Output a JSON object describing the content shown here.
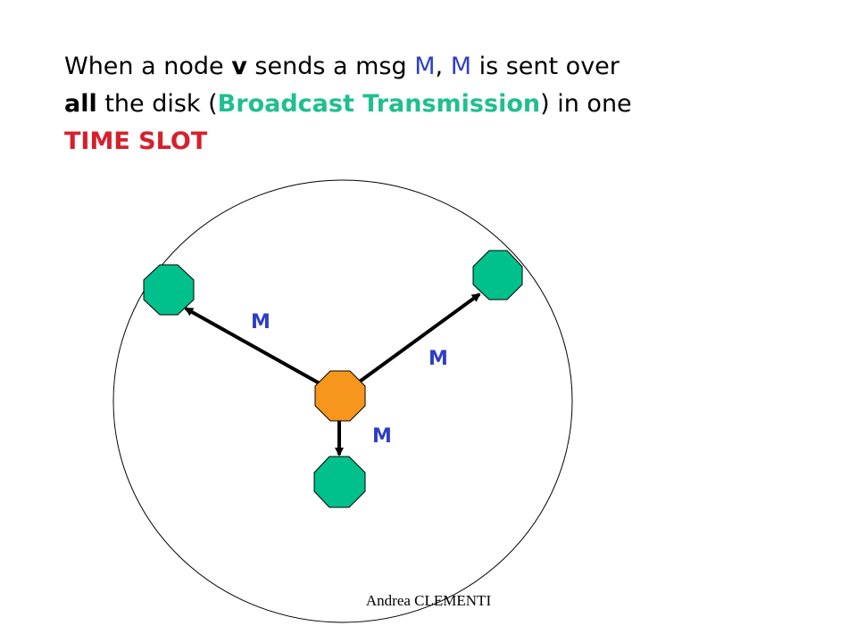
{
  "title": {
    "segments": [
      {
        "text": "When a node ",
        "color": "#000000",
        "bold": false
      },
      {
        "text": "v",
        "color": "#000000",
        "bold": true
      },
      {
        "text": " sends a msg ",
        "color": "#000000",
        "bold": false
      },
      {
        "text": "M",
        "color": "#2e3fc4",
        "bold": false
      },
      {
        "text": ",  ",
        "color": "#000000",
        "bold": false
      },
      {
        "text": "M",
        "color": "#2e3fc4",
        "bold": false
      },
      {
        "text": " is sent over",
        "color": "#000000",
        "bold": false
      },
      {
        "br": true
      },
      {
        "text": "all",
        "color": "#000000",
        "bold": true
      },
      {
        "text": " the disk  (",
        "color": "#000000",
        "bold": false
      },
      {
        "text": "Broadcast Transmission",
        "color": "#1fbf8f",
        "bold": true
      },
      {
        "text": ") in one",
        "color": "#000000",
        "bold": false
      },
      {
        "br": true
      },
      {
        "text": "TIME SLOT",
        "color": "#d6202c",
        "bold": true
      }
    ]
  },
  "diagram": {
    "message_labels": [
      "M",
      "M",
      "M"
    ],
    "colors": {
      "sender_node": "#f7961d",
      "receiver_node": "#00c08b",
      "label": "#2e3fc4",
      "arrow": "#000000",
      "disk": "#000000"
    }
  },
  "footer": {
    "author": "Andrea CLEMENTI"
  }
}
